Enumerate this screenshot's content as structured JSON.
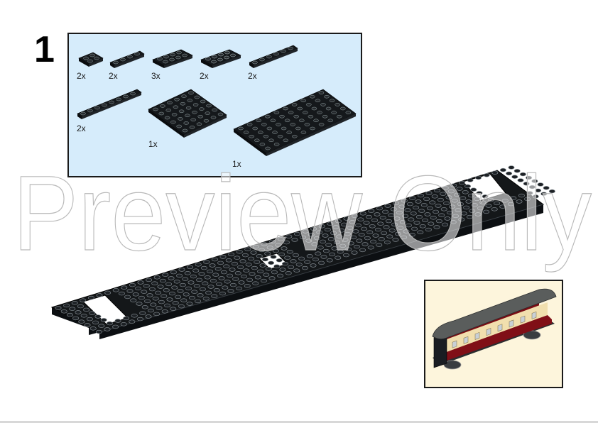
{
  "step": {
    "number": "1"
  },
  "parts_list": {
    "background_color": "#d6ecfb",
    "items": [
      {
        "part": "plate-2x2",
        "color": "black",
        "quantity": "2x"
      },
      {
        "part": "plate-1x4",
        "color": "black",
        "quantity": "2x"
      },
      {
        "part": "plate-2x4",
        "color": "black",
        "quantity": "3x"
      },
      {
        "part": "plate-2x4-holes",
        "color": "black",
        "quantity": "2x"
      },
      {
        "part": "plate-1x6",
        "color": "black",
        "quantity": "2x"
      },
      {
        "part": "plate-1x8",
        "color": "black",
        "quantity": "2x"
      },
      {
        "part": "plate-6x6",
        "color": "black",
        "quantity": "1x"
      },
      {
        "part": "plate-6x10",
        "color": "black",
        "quantity": "1x"
      }
    ]
  },
  "watermark": {
    "text": "Preview Only"
  },
  "main_model": {
    "description": "Long black train base plate assembly with three rectangular cutouts",
    "color": "#111418"
  },
  "final_model_preview": {
    "description": "Finished maroon and cream passenger coach with grey roof",
    "background_color": "#fdf5dc",
    "colors": {
      "roof": "#5a5d5c",
      "body": "#7a0c14",
      "windows_band": "#f1dfae",
      "chassis": "#202326"
    }
  }
}
